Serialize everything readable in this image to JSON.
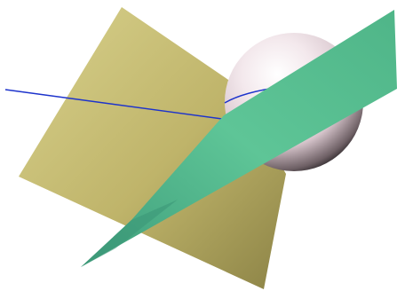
{
  "scene": {
    "description_free": true,
    "colors": {
      "background": "#ffffff",
      "yellow_plane_light": "#d6cf8a",
      "yellow_plane_dark": "#8d8444",
      "green_plane_light": "#6fd6a6",
      "green_plane_dark": "#3c9a78",
      "sphere_highlight": "#ffffff",
      "sphere_mid": "#ecdde3",
      "sphere_shadow": "#3a3236",
      "line": "#1d33cc"
    },
    "objects": [
      "yellow-plane",
      "green-plane",
      "sphere",
      "intersection-line",
      "sphere-circle"
    ]
  }
}
